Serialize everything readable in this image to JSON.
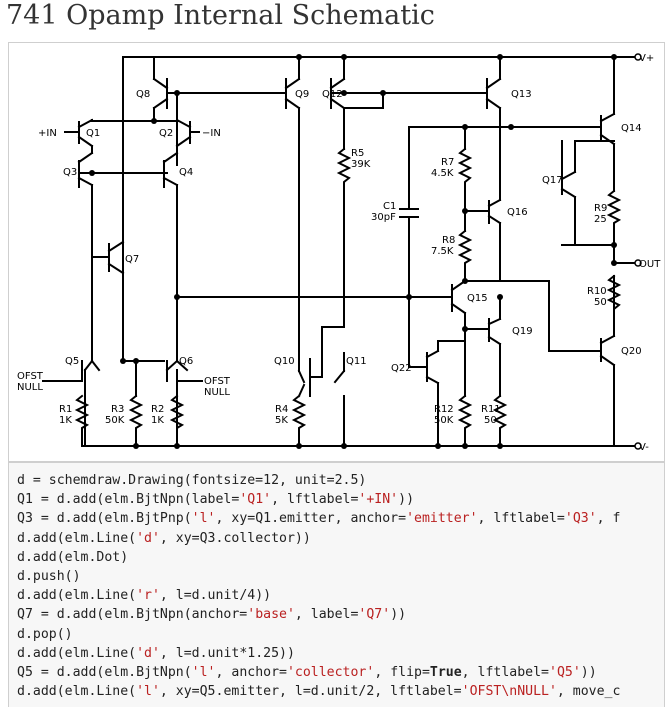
{
  "page_title": "741 Opamp Internal Schematic",
  "labels": {
    "Q1": "Q1",
    "Q2": "Q2",
    "Q3": "Q3",
    "Q4": "Q4",
    "Q5": "Q5",
    "Q6": "Q6",
    "Q7": "Q7",
    "Q8": "Q8",
    "Q9": "Q9",
    "Q10": "Q10",
    "Q11": "Q11",
    "Q12": "Q12",
    "Q13": "Q13",
    "Q14": "Q14",
    "Q15": "Q15",
    "Q16": "Q16",
    "Q17": "Q17",
    "Q19": "Q19",
    "Q20": "Q20",
    "Q22": "Q22",
    "in_plus": "+IN",
    "in_minus": "−IN",
    "vplus": "V+",
    "vminus": "V-",
    "out": "OUT",
    "ofst1a": "OFST",
    "ofst1b": "NULL",
    "ofst2a": "OFST",
    "ofst2b": "NULL",
    "R1a": "R1",
    "R1b": "1K",
    "R2a": "R2",
    "R2b": "1K",
    "R3a": "R3",
    "R3b": "50K",
    "R4a": "R4",
    "R4b": "5K",
    "R5a": "R5",
    "R5b": "39K",
    "R7a": "R7",
    "R7b": "4.5K",
    "R8a": "R8",
    "R8b": "7.5K",
    "R9a": "R9",
    "R9b": "25",
    "R10a": "R10",
    "R10b": "50",
    "R11a": "R11",
    "R11b": "50",
    "R12a": "R12",
    "R12b": "50K",
    "C1a": "C1",
    "C1b": "30pF"
  },
  "code_lines": [
    [
      {
        "t": "d = schemdraw.Drawing(fontsize=12, unit=2.5)"
      }
    ],
    [
      {
        "t": "Q1 = d.add(elm.BjtNpn(label="
      },
      {
        "t": "'Q1'",
        "c": "s"
      },
      {
        "t": ", lftlabel="
      },
      {
        "t": "'+IN'",
        "c": "s"
      },
      {
        "t": "))"
      }
    ],
    [
      {
        "t": "Q3 = d.add(elm.BjtPnp("
      },
      {
        "t": "'l'",
        "c": "s"
      },
      {
        "t": ", xy=Q1.emitter, anchor="
      },
      {
        "t": "'emitter'",
        "c": "s"
      },
      {
        "t": ", lftlabel="
      },
      {
        "t": "'Q3'",
        "c": "s"
      },
      {
        "t": ", f"
      }
    ],
    [
      {
        "t": "d.add(elm.Line("
      },
      {
        "t": "'d'",
        "c": "s"
      },
      {
        "t": ", xy=Q3.collector))"
      }
    ],
    [
      {
        "t": "d.add(elm.Dot)"
      }
    ],
    [
      {
        "t": "d.push()"
      }
    ],
    [
      {
        "t": "d.add(elm.Line("
      },
      {
        "t": "'r'",
        "c": "s"
      },
      {
        "t": ", l=d.unit/4))"
      }
    ],
    [
      {
        "t": "Q7 = d.add(elm.BjtNpn(anchor="
      },
      {
        "t": "'base'",
        "c": "s"
      },
      {
        "t": ", label="
      },
      {
        "t": "'Q7'",
        "c": "s"
      },
      {
        "t": "))"
      }
    ],
    [
      {
        "t": "d.pop()"
      }
    ],
    [
      {
        "t": "d.add(elm.Line("
      },
      {
        "t": "'d'",
        "c": "s"
      },
      {
        "t": ", l=d.unit*1.25))"
      }
    ],
    [
      {
        "t": "Q5 = d.add(elm.BjtNpn("
      },
      {
        "t": "'l'",
        "c": "s"
      },
      {
        "t": ", anchor="
      },
      {
        "t": "'collector'",
        "c": "s"
      },
      {
        "t": ", flip="
      },
      {
        "t": "True",
        "c": "kw"
      },
      {
        "t": ", lftlabel="
      },
      {
        "t": "'Q5'",
        "c": "s"
      },
      {
        "t": "))"
      }
    ],
    [
      {
        "t": "d.add(elm.Line("
      },
      {
        "t": "'l'",
        "c": "s"
      },
      {
        "t": ", xy=Q5.emitter, l=d.unit/2, lftlabel="
      },
      {
        "t": "'OFST\\nNULL'",
        "c": "s"
      },
      {
        "t": ", move_c"
      }
    ]
  ]
}
